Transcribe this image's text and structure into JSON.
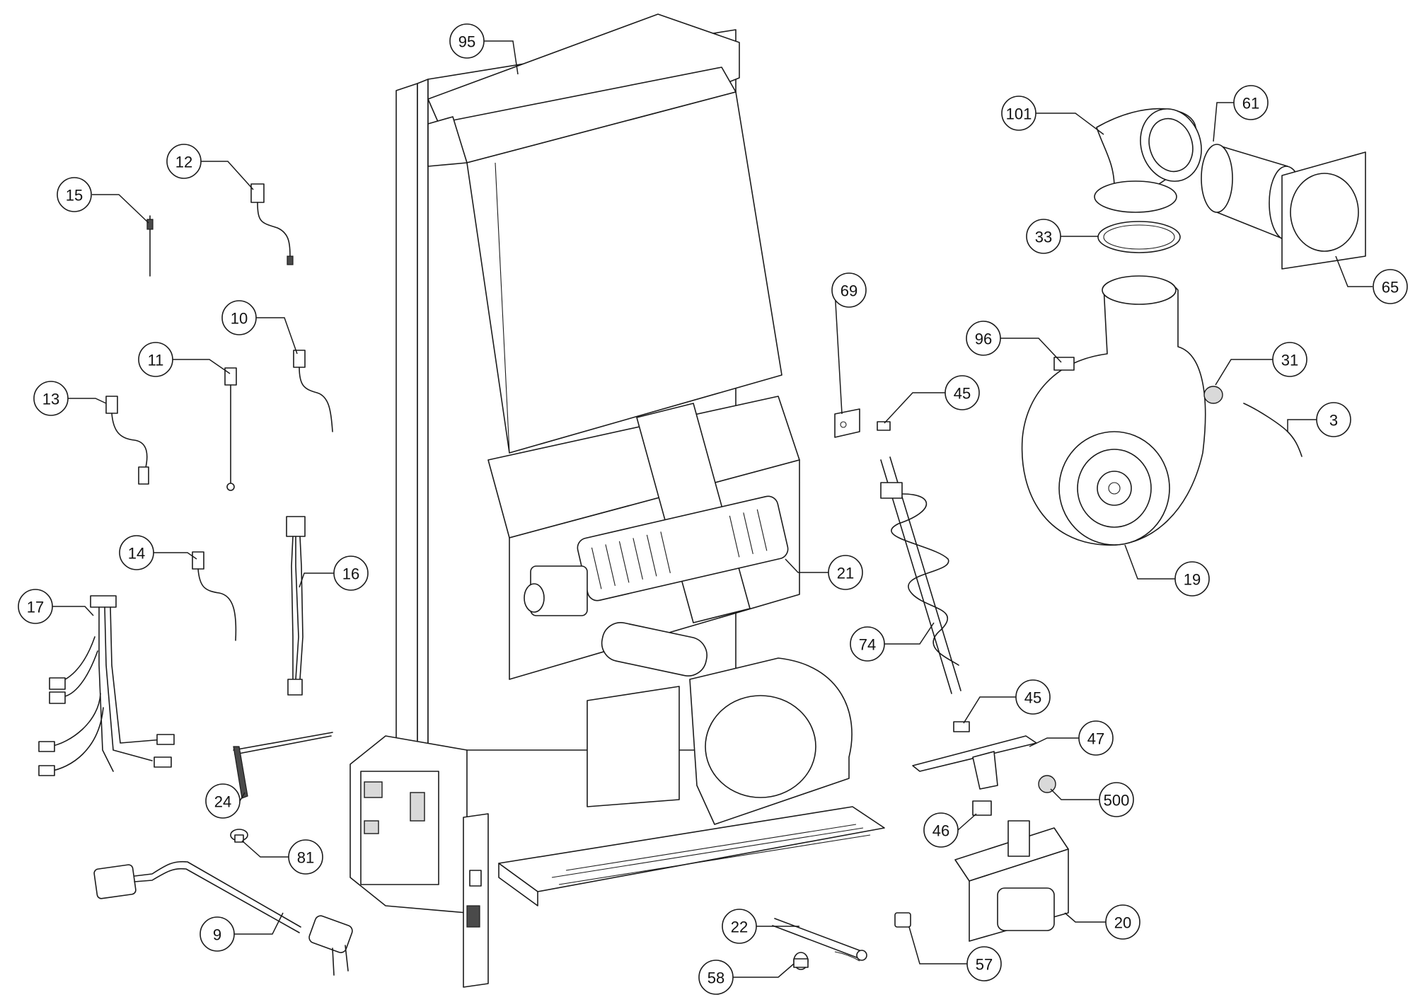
{
  "callouts": [
    {
      "label": "95"
    },
    {
      "label": "101"
    },
    {
      "label": "61"
    },
    {
      "label": "12"
    },
    {
      "label": "15"
    },
    {
      "label": "33"
    },
    {
      "label": "65"
    },
    {
      "label": "69"
    },
    {
      "label": "10"
    },
    {
      "label": "96"
    },
    {
      "label": "31"
    },
    {
      "label": "11"
    },
    {
      "label": "45"
    },
    {
      "label": "13"
    },
    {
      "label": "3"
    },
    {
      "label": "14"
    },
    {
      "label": "16"
    },
    {
      "label": "21"
    },
    {
      "label": "19"
    },
    {
      "label": "17"
    },
    {
      "label": "74"
    },
    {
      "label": "45"
    },
    {
      "label": "47"
    },
    {
      "label": "24"
    },
    {
      "label": "500"
    },
    {
      "label": "46"
    },
    {
      "label": "81"
    },
    {
      "label": "20"
    },
    {
      "label": "9"
    },
    {
      "label": "22"
    },
    {
      "label": "57"
    },
    {
      "label": "58"
    }
  ]
}
